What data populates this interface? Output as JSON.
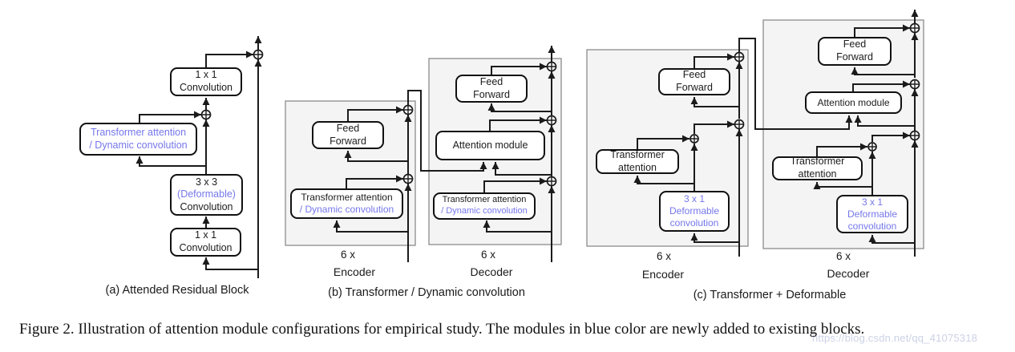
{
  "colors": {
    "highlight_blue": "#7577ea",
    "panel_fill": "#f4f4f4"
  },
  "figure_caption": "Figure 2. Illustration of attention module configurations for empirical study. The modules in blue color are newly added to existing blocks.",
  "watermark": "https://blog.csdn.net/qq_41075318",
  "panel_a": {
    "caption": "(a) Attended Residual Block",
    "conv_top": {
      "line1": "1 x 1",
      "line2": "Convolution"
    },
    "attention": {
      "line1": "Transformer attention",
      "line2": "/ Dynamic convolution"
    },
    "conv_mid": {
      "line1": "3 x 3",
      "line2": "(Deformable)",
      "line3": "Convolution"
    },
    "conv_bottom": {
      "line1": "1 x 1",
      "line2": "Convolution"
    }
  },
  "panel_b": {
    "caption": "(b) Transformer / Dynamic convolution",
    "encoder": {
      "repeat": "6 x",
      "label": "Encoder",
      "feed_forward": {
        "line1": "Feed",
        "line2": "Forward"
      },
      "attention": {
        "line1": "Transformer attention",
        "line2": "/ Dynamic convolution"
      }
    },
    "decoder": {
      "repeat": "6 x",
      "label": "Decoder",
      "feed_forward": {
        "line1": "Feed",
        "line2": "Forward"
      },
      "attention_module": "Attention module",
      "attention": {
        "line1": "Transformer attention",
        "line2": "/ Dynamic convolution"
      }
    }
  },
  "panel_c": {
    "caption": "(c) Transformer + Deformable",
    "encoder": {
      "repeat": "6 x",
      "label": "Encoder",
      "feed_forward": {
        "line1": "Feed",
        "line2": "Forward"
      },
      "attention": {
        "line1": "Transformer",
        "line2": "attention"
      },
      "deformable": {
        "line1": "3 x 1",
        "line2": "Deformable",
        "line3": "convolution"
      }
    },
    "decoder": {
      "repeat": "6 x",
      "label": "Decoder",
      "feed_forward": {
        "line1": "Feed",
        "line2": "Forward"
      },
      "attention_module": "Attention module",
      "attention": {
        "line1": "Transformer",
        "line2": "attention"
      },
      "deformable": {
        "line1": "3 x 1",
        "line2": "Deformable",
        "line3": "convolution"
      }
    }
  }
}
